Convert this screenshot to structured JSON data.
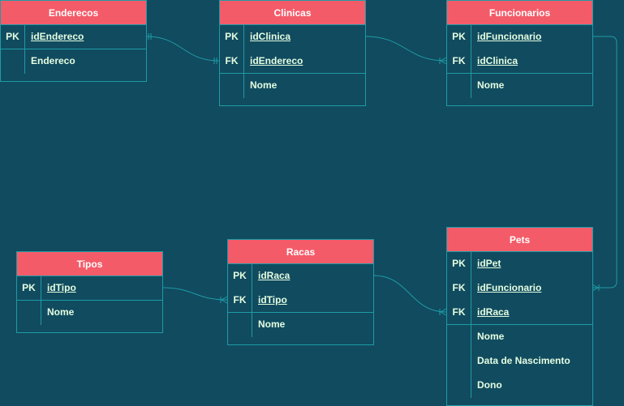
{
  "colors": {
    "background": "#114B5F",
    "header": "#F45B69",
    "border": "#1E9BA6",
    "text": "#E4FDE1",
    "title_text": "#FFFFFF"
  },
  "tables": {
    "enderecos": {
      "title": "Enderecos",
      "rows": [
        {
          "key": "PK",
          "field": "idEndereco"
        },
        {
          "key": "",
          "field": "Endereco"
        }
      ]
    },
    "clinicas": {
      "title": "Clinicas",
      "rows": [
        {
          "key": "PK",
          "field": "idClinica"
        },
        {
          "key": "FK",
          "field": "idEndereco"
        },
        {
          "key": "",
          "field": "Nome"
        }
      ]
    },
    "funcionarios": {
      "title": "Funcionarios",
      "rows": [
        {
          "key": "PK",
          "field": "idFuncionario"
        },
        {
          "key": "FK",
          "field": "idClinica"
        },
        {
          "key": "",
          "field": "Nome"
        }
      ]
    },
    "tipos": {
      "title": "Tipos",
      "rows": [
        {
          "key": "PK",
          "field": "idTipo"
        },
        {
          "key": "",
          "field": "Nome"
        }
      ]
    },
    "racas": {
      "title": "Racas",
      "rows": [
        {
          "key": "PK",
          "field": "idRaca"
        },
        {
          "key": "FK",
          "field": "idTipo"
        },
        {
          "key": "",
          "field": "Nome"
        }
      ]
    },
    "pets": {
      "title": "Pets",
      "rows": [
        {
          "key": "PK",
          "field": "idPet"
        },
        {
          "key": "FK",
          "field": "idFuncionario"
        },
        {
          "key": "FK",
          "field": "idRaca"
        },
        {
          "key": "",
          "field": "Nome"
        },
        {
          "key": "",
          "field": "Data de Nascimento"
        },
        {
          "key": "",
          "field": "Dono"
        }
      ]
    }
  }
}
